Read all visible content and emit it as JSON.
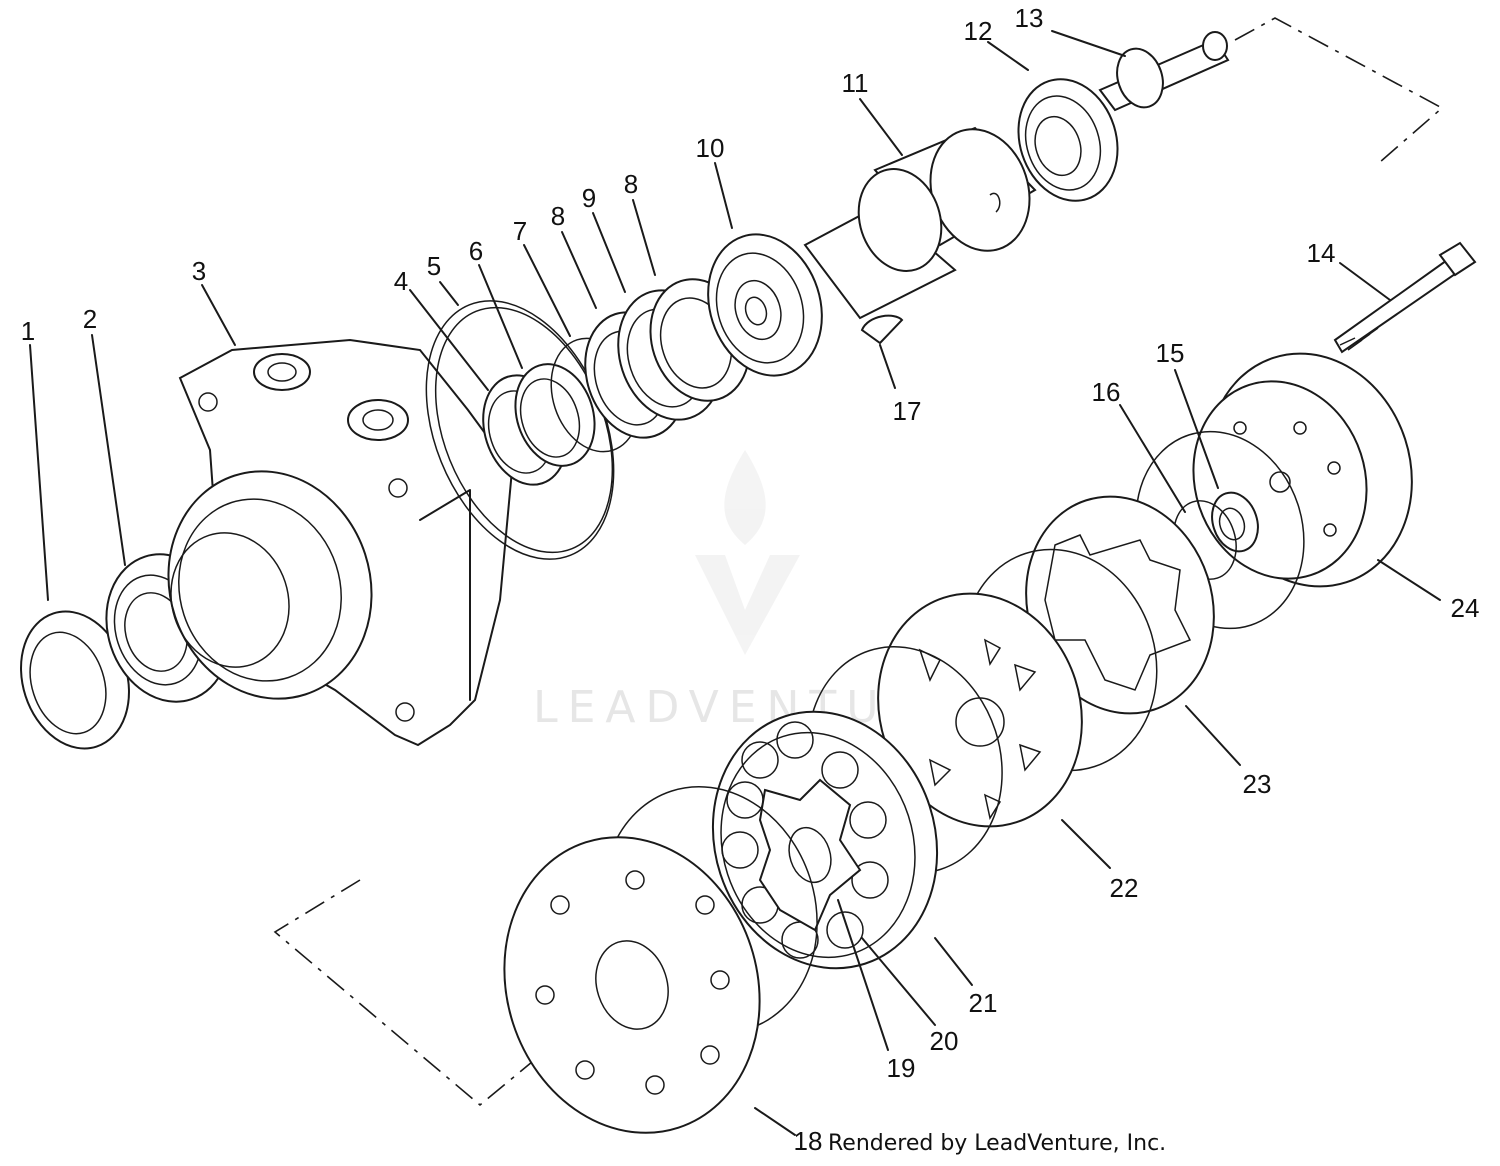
{
  "diagram": {
    "callouts": [
      "1",
      "2",
      "3",
      "4",
      "5",
      "6",
      "7",
      "8",
      "9",
      "8",
      "10",
      "11",
      "12",
      "13",
      "14",
      "15",
      "16",
      "17",
      "18",
      "19",
      "20",
      "21",
      "22",
      "23",
      "24"
    ],
    "credit": "Rendered by LeadVenture, Inc.",
    "watermark": "LEADVENTURE"
  }
}
